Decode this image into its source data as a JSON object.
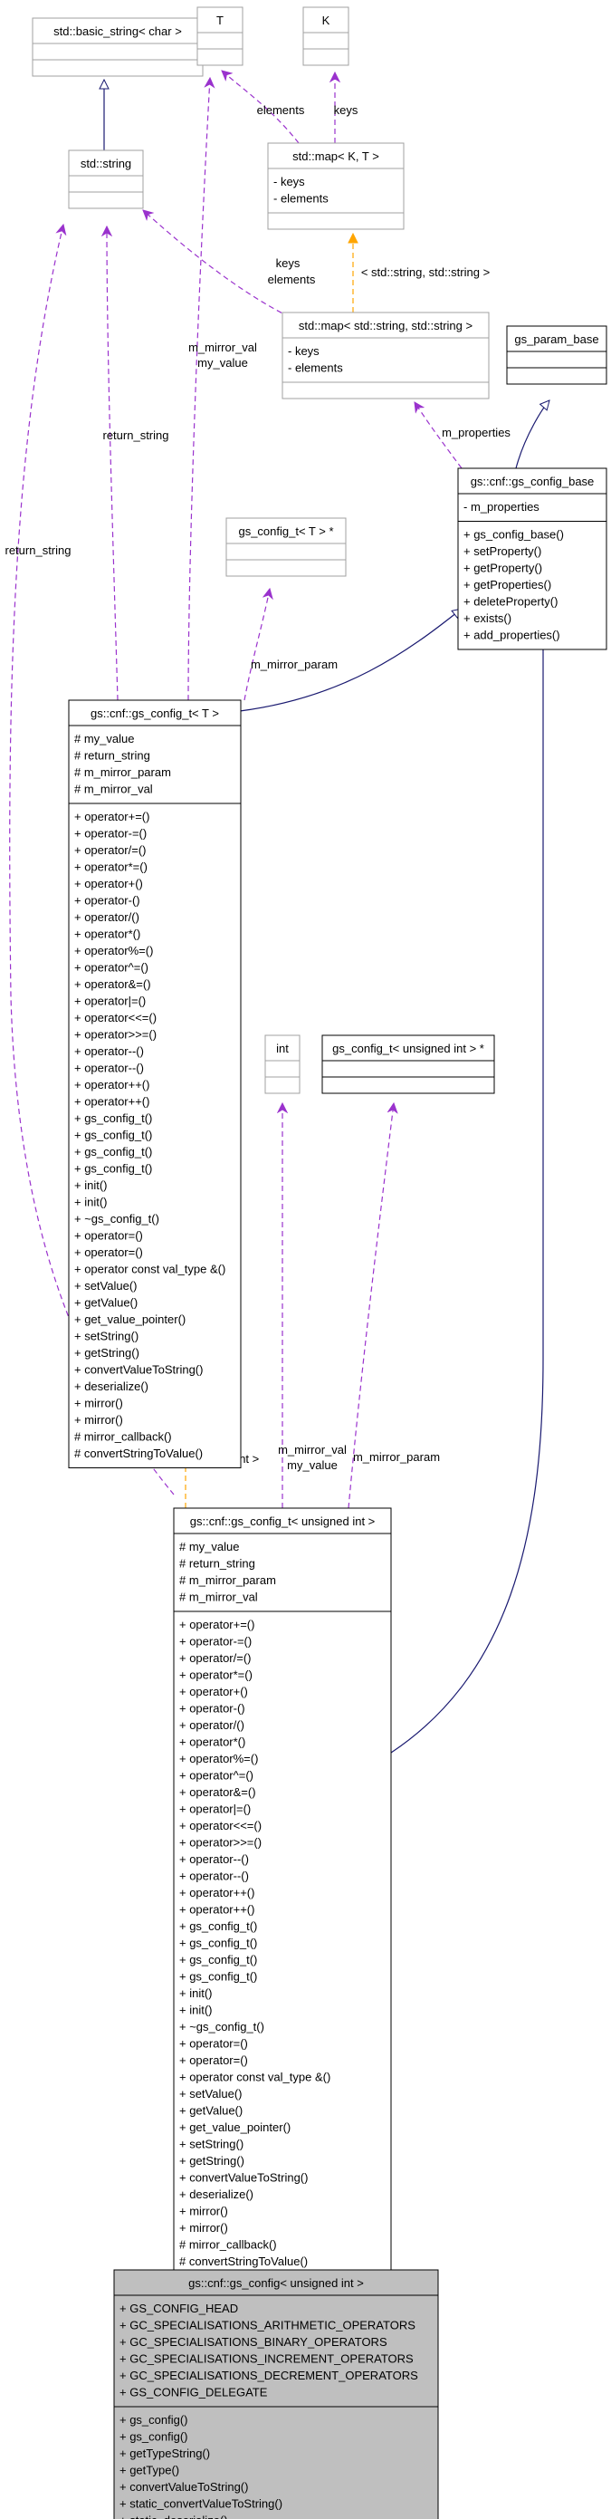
{
  "colors": {
    "inherit": "#191970",
    "usage": "#9a32cd",
    "template": "#ffa500",
    "box_border": "#000000",
    "box_border_gray": "#a0a0a0",
    "highlight_fill": "#bfbfbf"
  },
  "nodes": {
    "basic_string": {
      "title": "std::basic_string< char >",
      "attrs": [],
      "methods": []
    },
    "T": {
      "title": "T",
      "attrs": [],
      "methods": []
    },
    "K": {
      "title": "K",
      "attrs": [],
      "methods": []
    },
    "std_string": {
      "title": "std::string",
      "attrs": [],
      "methods": []
    },
    "map_KT": {
      "title": "std::map< K, T >",
      "attrs": [
        "- keys",
        "- elements"
      ],
      "methods": []
    },
    "map_ss": {
      "title": "std::map< std::string, std::string >",
      "attrs": [
        "- keys",
        "- elements"
      ],
      "methods": []
    },
    "gs_param_base": {
      "title": "gs_param_base",
      "attrs": [],
      "methods": []
    },
    "gs_config_base": {
      "title": "gs::cnf::gs_config_base",
      "attrs": [
        "- m_properties"
      ],
      "methods": [
        "+ gs_config_base()",
        "+ setProperty()",
        "+ getProperty()",
        "+ getProperties()",
        "+ deleteProperty()",
        "+ exists()",
        "+ add_properties()"
      ]
    },
    "gs_config_t_T_ptr": {
      "title": "gs_config_t< T > *",
      "attrs": [],
      "methods": []
    },
    "gs_config_t_T": {
      "title": "gs::cnf::gs_config_t< T >",
      "attrs": [
        "# my_value",
        "# return_string",
        "# m_mirror_param",
        "# m_mirror_val"
      ],
      "methods": [
        "+ operator+=()",
        "+ operator-=()",
        "+ operator/=()",
        "+ operator*=()",
        "+ operator+()",
        "+ operator-()",
        "+ operator/()",
        "+ operator*()",
        "+ operator%=()",
        "+ operator^=()",
        "+ operator&=()",
        "+ operator|=()",
        "+ operator<<=()",
        "+ operator>>=()",
        "+ operator--()",
        "+ operator--()",
        "+ operator++()",
        "+ operator++()",
        "+ gs_config_t()",
        "+ gs_config_t()",
        "+ gs_config_t()",
        "+ gs_config_t()",
        "+ init()",
        "+ init()",
        "+ ~gs_config_t()",
        "+ operator=()",
        "+ operator=()",
        "+ operator const val_type &()",
        "+ setValue()",
        "+ getValue()",
        "+ get_value_pointer()",
        "+ setString()",
        "+ getString()",
        "+ convertValueToString()",
        "+ deserialize()",
        "+ mirror()",
        "+ mirror()",
        "# mirror_callback()",
        "# convertStringToValue()"
      ]
    },
    "int": {
      "title": "int",
      "attrs": [],
      "methods": []
    },
    "gs_config_t_uint_ptr": {
      "title": "gs_config_t< unsigned int > *",
      "attrs": [],
      "methods": []
    },
    "gs_config_t_uint": {
      "title": "gs::cnf::gs_config_t< unsigned int >",
      "attrs": [
        "# my_value",
        "# return_string",
        "# m_mirror_param",
        "# m_mirror_val"
      ],
      "methods": [
        "+ operator+=()",
        "+ operator-=()",
        "+ operator/=()",
        "+ operator*=()",
        "+ operator+()",
        "+ operator-()",
        "+ operator/()",
        "+ operator*()",
        "+ operator%=()",
        "+ operator^=()",
        "+ operator&=()",
        "+ operator|=()",
        "+ operator<<=()",
        "+ operator>>=()",
        "+ operator--()",
        "+ operator--()",
        "+ operator++()",
        "+ operator++()",
        "+ gs_config_t()",
        "+ gs_config_t()",
        "+ gs_config_t()",
        "+ gs_config_t()",
        "+ init()",
        "+ init()",
        "+ ~gs_config_t()",
        "+ operator=()",
        "+ operator=()",
        "+ operator const val_type &()",
        "+ setValue()",
        "+ getValue()",
        "+ get_value_pointer()",
        "+ setString()",
        "+ getString()",
        "+ convertValueToString()",
        "+ deserialize()",
        "+ mirror()",
        "+ mirror()",
        "# mirror_callback()",
        "# convertStringToValue()"
      ]
    },
    "gs_config_uint": {
      "title": "gs::cnf::gs_config< unsigned int >",
      "attrs": [
        "+ GS_CONFIG_HEAD",
        "+ GC_SPECIALISATIONS_ARITHMETIC_OPERATORS",
        "+ GC_SPECIALISATIONS_BINARY_OPERATORS",
        "+ GC_SPECIALISATIONS_INCREMENT_OPERATORS",
        "+ GC_SPECIALISATIONS_DECREMENT_OPERATORS",
        "+ GS_CONFIG_DELEGATE"
      ],
      "methods": [
        "+ gs_config()",
        "+ gs_config()",
        "+ getTypeString()",
        "+ getType()",
        "+ convertValueToString()",
        "+ static_convertValueToString()",
        "+ static_deserialize()"
      ]
    }
  },
  "edge_labels": {
    "map_elements": "elements",
    "map_keys": "keys",
    "map_ss_keys": "keys",
    "map_ss_elements": "elements",
    "template_string": "< std::string, std::string >",
    "T_mirror_val": "m_mirror_val",
    "T_my_value": "my_value",
    "T_return_string": "return_string",
    "m_properties": "m_properties",
    "return_string_left": "return_string",
    "m_mirror_param_T": "m_mirror_param",
    "template_uint": "< unsigned int >",
    "uint_mirror_val": "m_mirror_val",
    "uint_my_value": "my_value",
    "uint_mirror_param": "m_mirror_param"
  }
}
